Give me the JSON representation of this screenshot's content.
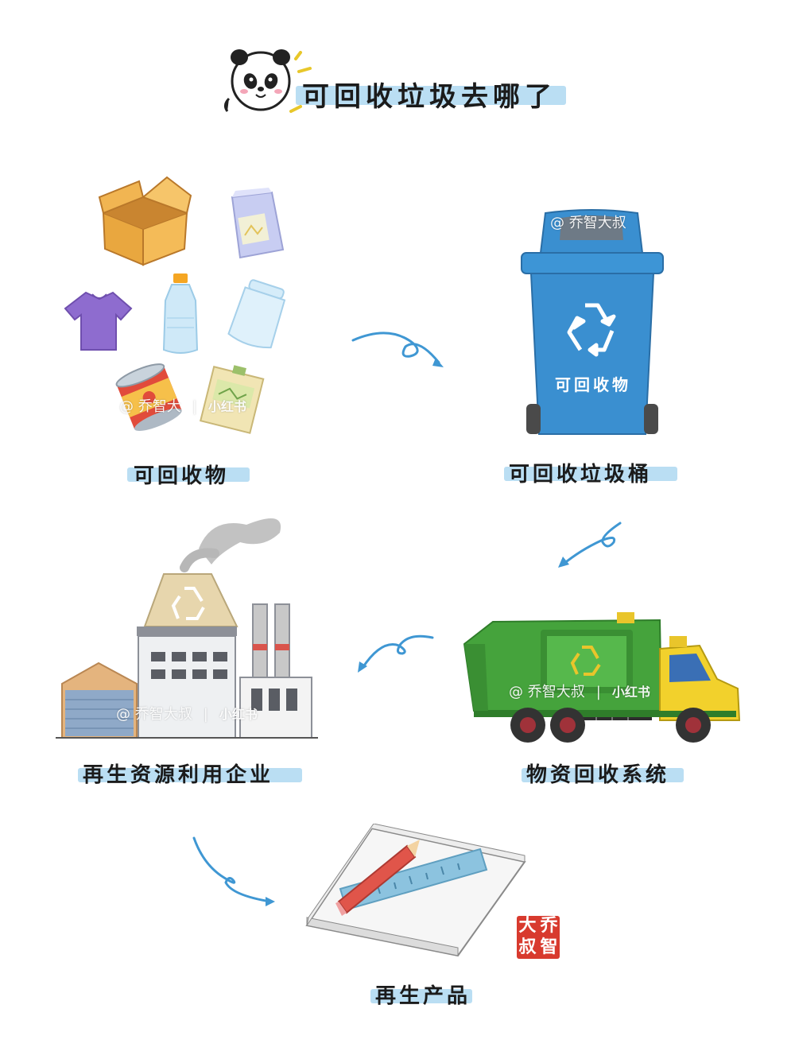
{
  "title": "可回收垃圾去哪了",
  "steps": {
    "recyclables": "可回收物",
    "bin": "可回收垃圾桶",
    "truck": "物资回收系统",
    "factory": "再生资源利用企业",
    "product": "再生产品"
  },
  "bin_text": "可回收物",
  "watermark": {
    "author": "@ 乔智大叔",
    "author_short": "@ 乔智大",
    "separator": "|",
    "brand": "小红书"
  },
  "seal": [
    "乔",
    "智",
    "大",
    "叔"
  ],
  "colors": {
    "highlight": "#a9d6f0",
    "arrow": "#3f97d3",
    "bin": "#3a8fd0",
    "truck": "#45a33c",
    "truck_cab": "#f2d12c"
  }
}
